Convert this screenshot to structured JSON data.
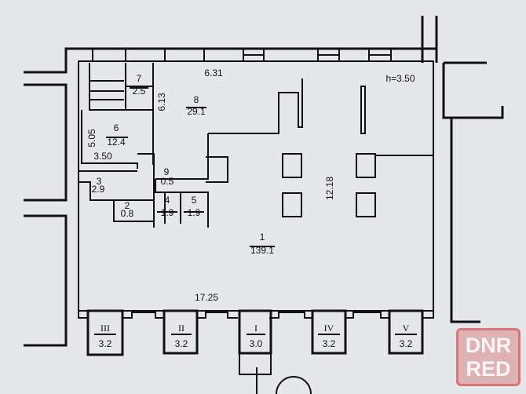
{
  "rooms": {
    "r1": {
      "num": "1",
      "area": "139.1"
    },
    "r2": {
      "num": "2",
      "area": "0.8"
    },
    "r3": {
      "num": "3",
      "area": "2.9"
    },
    "r4": {
      "num": "4",
      "area": "1.9"
    },
    "r5": {
      "num": "5",
      "area": "1.9"
    },
    "r6": {
      "num": "6",
      "area": "12.4"
    },
    "r7": {
      "num": "7",
      "area": "2.5"
    },
    "r8": {
      "num": "8",
      "area": "29.1"
    },
    "r9": {
      "num": "9",
      "area": "0.5"
    }
  },
  "bays": [
    {
      "num": "III",
      "area": "3.2"
    },
    {
      "num": "II",
      "area": "3.2"
    },
    {
      "num": "I",
      "area": "3.0"
    },
    {
      "num": "IV",
      "area": "3.2"
    },
    {
      "num": "V",
      "area": "3.2"
    }
  ],
  "dimensions": {
    "top": "6.31",
    "r8_height": "6.13",
    "r6_height": "5.05",
    "r6_width": "3.50",
    "ceiling": "h=3.50",
    "depth": "12.18",
    "front": "17.25"
  },
  "watermark": {
    "line1": "DNR",
    "line2": "RED",
    "color": "#d24646"
  }
}
